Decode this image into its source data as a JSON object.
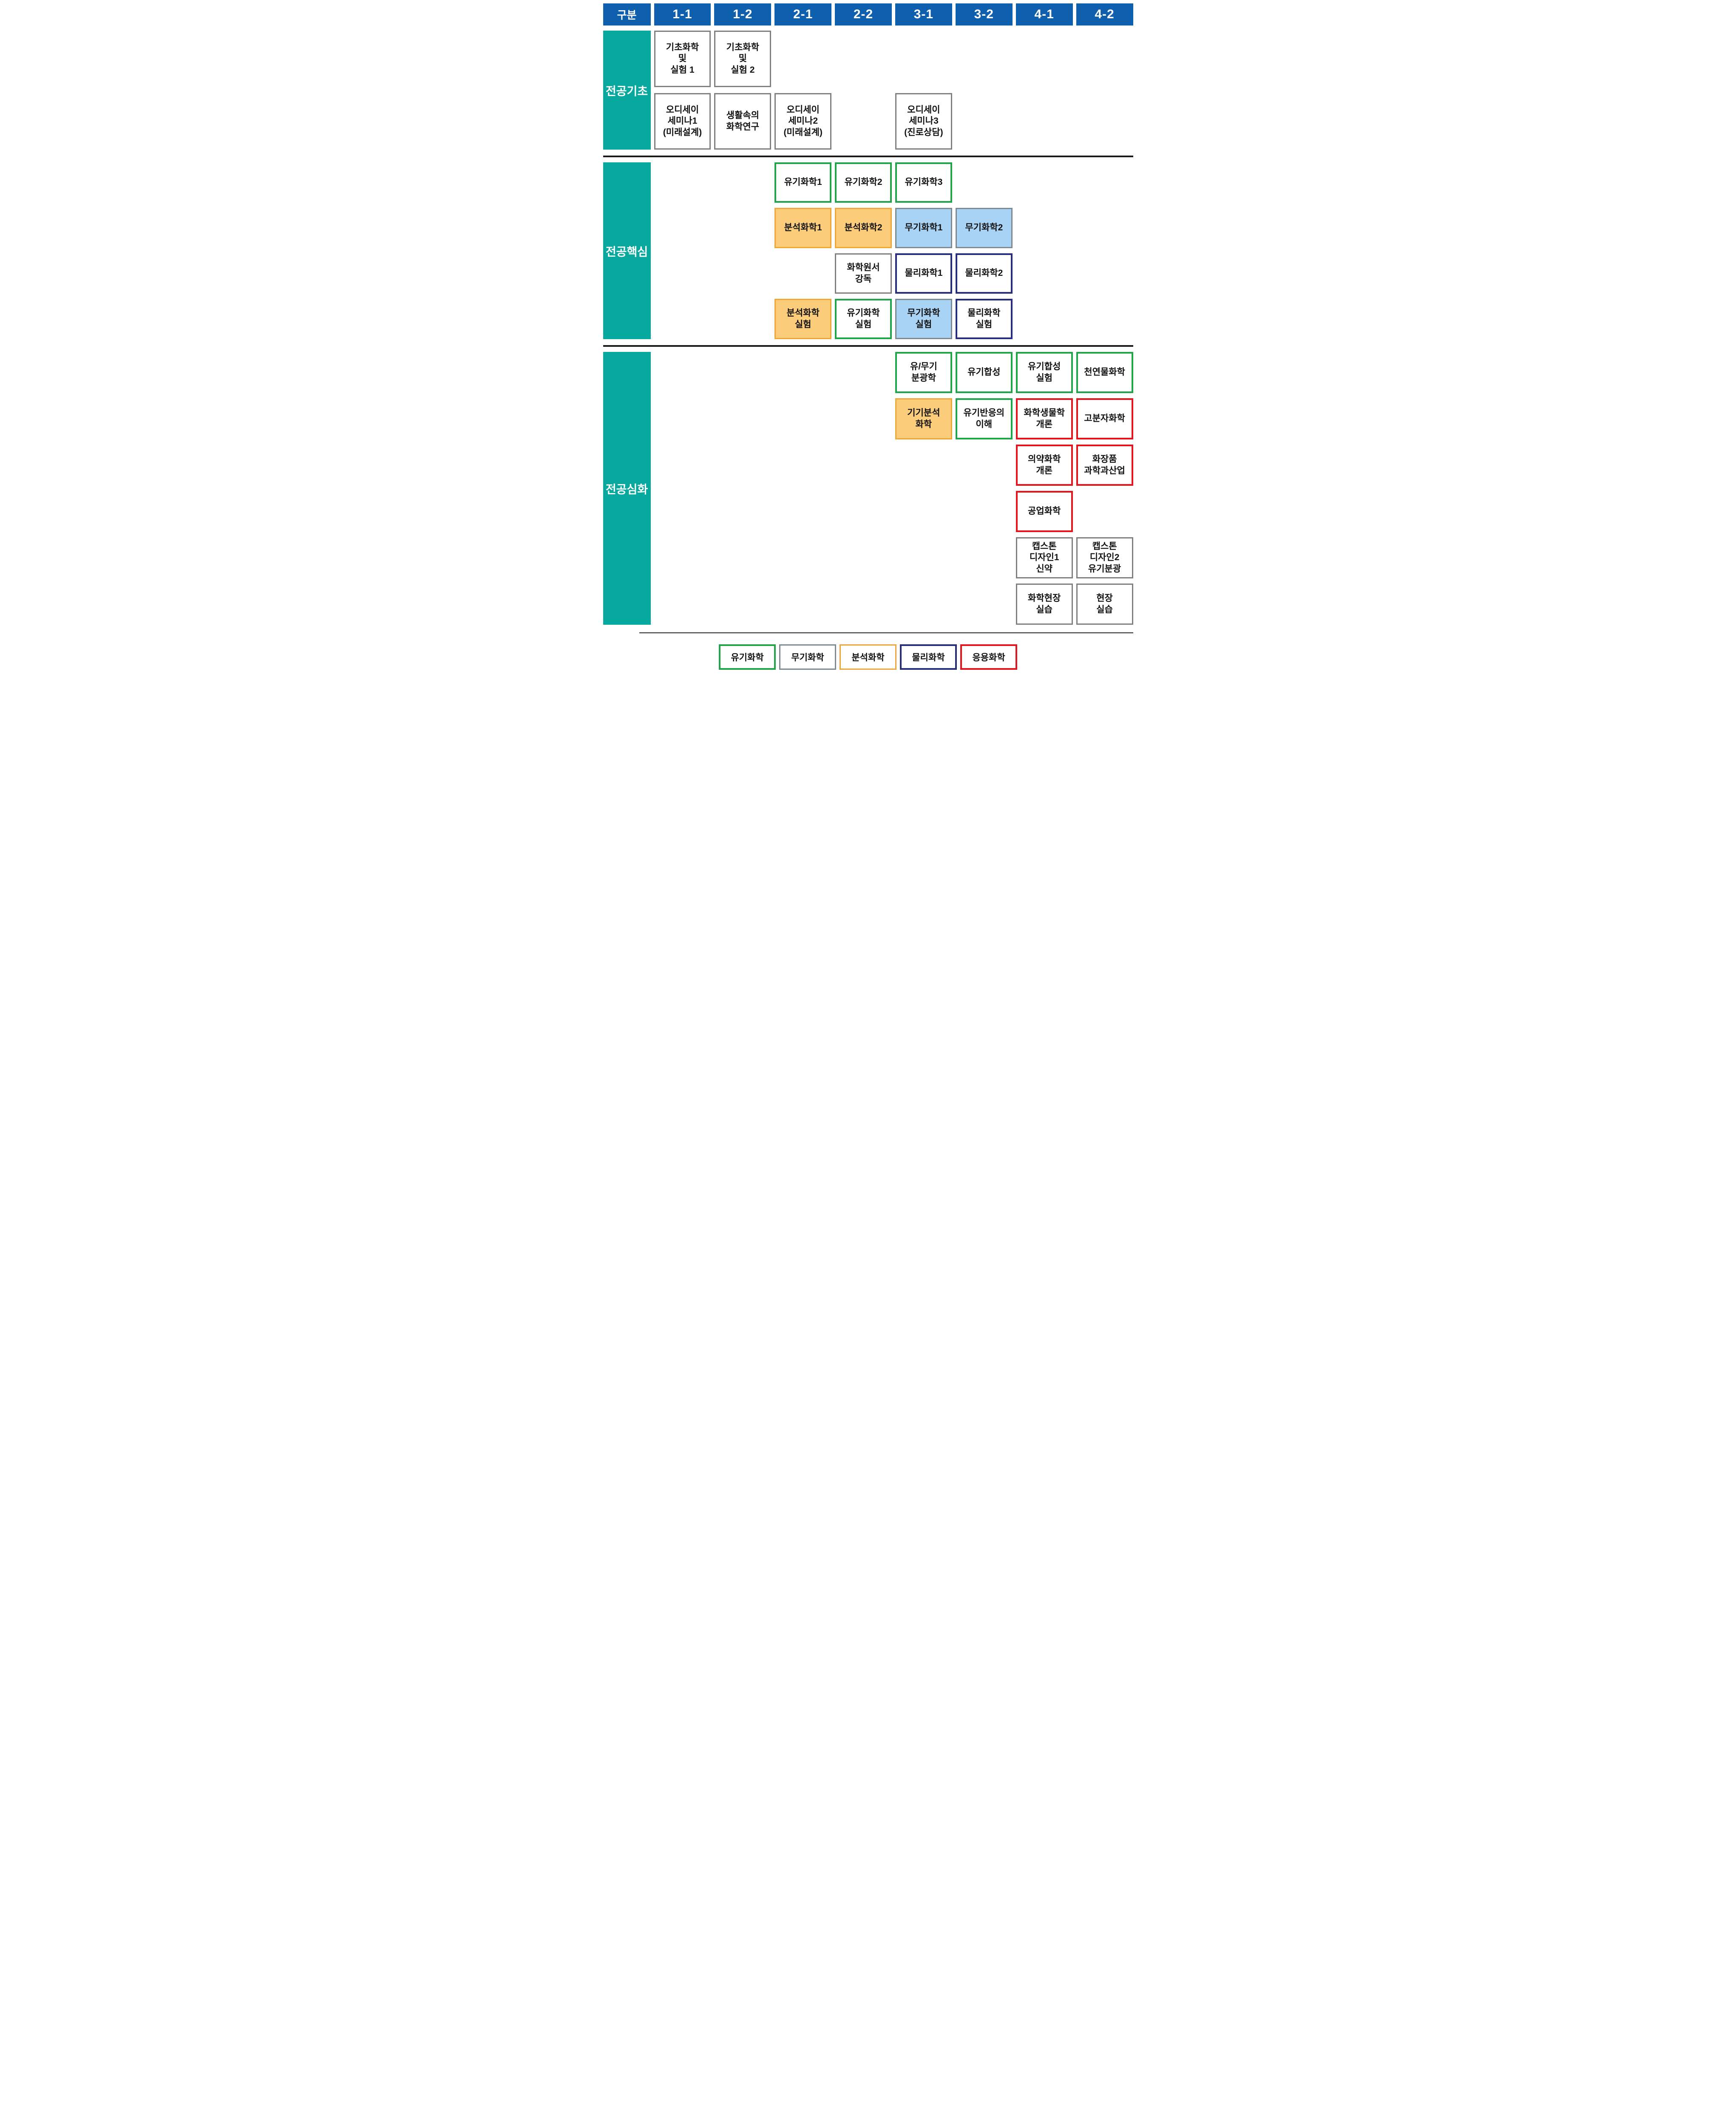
{
  "header": {
    "cells": [
      "구분",
      "1-1",
      "1-2",
      "2-1",
      "2-2",
      "3-1",
      "3-2",
      "4-1",
      "4-2"
    ]
  },
  "sections": [
    {
      "label": "전공기초",
      "rows": 2,
      "courses": [
        {
          "title": "기초화학\n및\n실험 1",
          "col": 1,
          "row": 1,
          "type": "gray"
        },
        {
          "title": "기초화학\n및\n실험 2",
          "col": 2,
          "row": 1,
          "type": "gray"
        },
        {
          "title": "오디세이\n세미나1\n(미래설계)",
          "col": 1,
          "row": 2,
          "type": "gray"
        },
        {
          "title": "생활속의\n화학연구",
          "col": 2,
          "row": 2,
          "type": "gray"
        },
        {
          "title": "오디세이\n세미나2\n(미래설계)",
          "col": 3,
          "row": 2,
          "type": "gray"
        },
        {
          "title": "오디세이\n세미나3\n(진로상담)",
          "col": 5,
          "row": 2,
          "type": "gray"
        }
      ]
    },
    {
      "label": "전공핵심",
      "rows": 4,
      "courses": [
        {
          "title": "유기화학1",
          "col": 3,
          "row": 1,
          "type": "organic"
        },
        {
          "title": "유기화학2",
          "col": 4,
          "row": 1,
          "type": "organic"
        },
        {
          "title": "유기화학3",
          "col": 5,
          "row": 1,
          "type": "organic"
        },
        {
          "title": "분석화학1",
          "col": 3,
          "row": 2,
          "type": "analytical"
        },
        {
          "title": "분석화학2",
          "col": 4,
          "row": 2,
          "type": "analytical"
        },
        {
          "title": "무기화학1",
          "col": 5,
          "row": 2,
          "type": "inorganic"
        },
        {
          "title": "무기화학2",
          "col": 6,
          "row": 2,
          "type": "inorganic"
        },
        {
          "title": "화학원서\n강독",
          "col": 4,
          "row": 3,
          "type": "gray"
        },
        {
          "title": "물리화학1",
          "col": 5,
          "row": 3,
          "type": "physical"
        },
        {
          "title": "물리화학2",
          "col": 6,
          "row": 3,
          "type": "physical"
        },
        {
          "title": "분석화학\n실험",
          "col": 3,
          "row": 4,
          "type": "analytical"
        },
        {
          "title": "유기화학\n실험",
          "col": 4,
          "row": 4,
          "type": "organic"
        },
        {
          "title": "무기화학\n실험",
          "col": 5,
          "row": 4,
          "type": "inorganic"
        },
        {
          "title": "물리화학\n실험",
          "col": 6,
          "row": 4,
          "type": "physical"
        }
      ]
    },
    {
      "label": "전공심화",
      "rows": 6,
      "courses": [
        {
          "title": "유/무기\n분광학",
          "col": 5,
          "row": 1,
          "type": "organic"
        },
        {
          "title": "유기합성",
          "col": 6,
          "row": 1,
          "type": "organic"
        },
        {
          "title": "유기합성\n실험",
          "col": 7,
          "row": 1,
          "type": "organic"
        },
        {
          "title": "천연물화학",
          "col": 8,
          "row": 1,
          "type": "organic"
        },
        {
          "title": "기기분석\n화학",
          "col": 5,
          "row": 2,
          "type": "analytical"
        },
        {
          "title": "유기반응의\n이해",
          "col": 6,
          "row": 2,
          "type": "organic"
        },
        {
          "title": "화학생물학\n개론",
          "col": 7,
          "row": 2,
          "type": "applied"
        },
        {
          "title": "고분자화학",
          "col": 8,
          "row": 2,
          "type": "applied"
        },
        {
          "title": "의약화학\n개론",
          "col": 7,
          "row": 3,
          "type": "applied"
        },
        {
          "title": "화장품\n과학과산업",
          "col": 8,
          "row": 3,
          "type": "applied"
        },
        {
          "title": "공업화학",
          "col": 7,
          "row": 4,
          "type": "applied"
        },
        {
          "title": "캡스톤\n디자인1\n신약",
          "col": 7,
          "row": 5,
          "type": "gray"
        },
        {
          "title": "캡스톤\n디자인2\n유기분광",
          "col": 8,
          "row": 5,
          "type": "gray"
        },
        {
          "title": "화학현장\n실습",
          "col": 7,
          "row": 6,
          "type": "gray"
        },
        {
          "title": "현장\n실습",
          "col": 8,
          "row": 6,
          "type": "gray"
        }
      ]
    }
  ],
  "legend": {
    "items": [
      {
        "label": "유기화학",
        "type": "organic"
      },
      {
        "label": "무기화학",
        "type": "inorganic"
      },
      {
        "label": "분석화학",
        "type": "analytical"
      },
      {
        "label": "물리화학",
        "type": "physical"
      },
      {
        "label": "응용화학",
        "type": "applied"
      }
    ]
  },
  "colors": {
    "header_bg": "#0e5fae",
    "section_bg": "#07a89e",
    "organic_border": "#23a34a",
    "inorganic_bg": "#a9d3f4",
    "inorganic_border": "#7d8a91",
    "analytical_bg": "#fbcd7b",
    "analytical_border": "#efa73a",
    "physical_border": "#272f7c",
    "applied_border": "#e0161c",
    "basic_border": "#7f7f7f"
  }
}
